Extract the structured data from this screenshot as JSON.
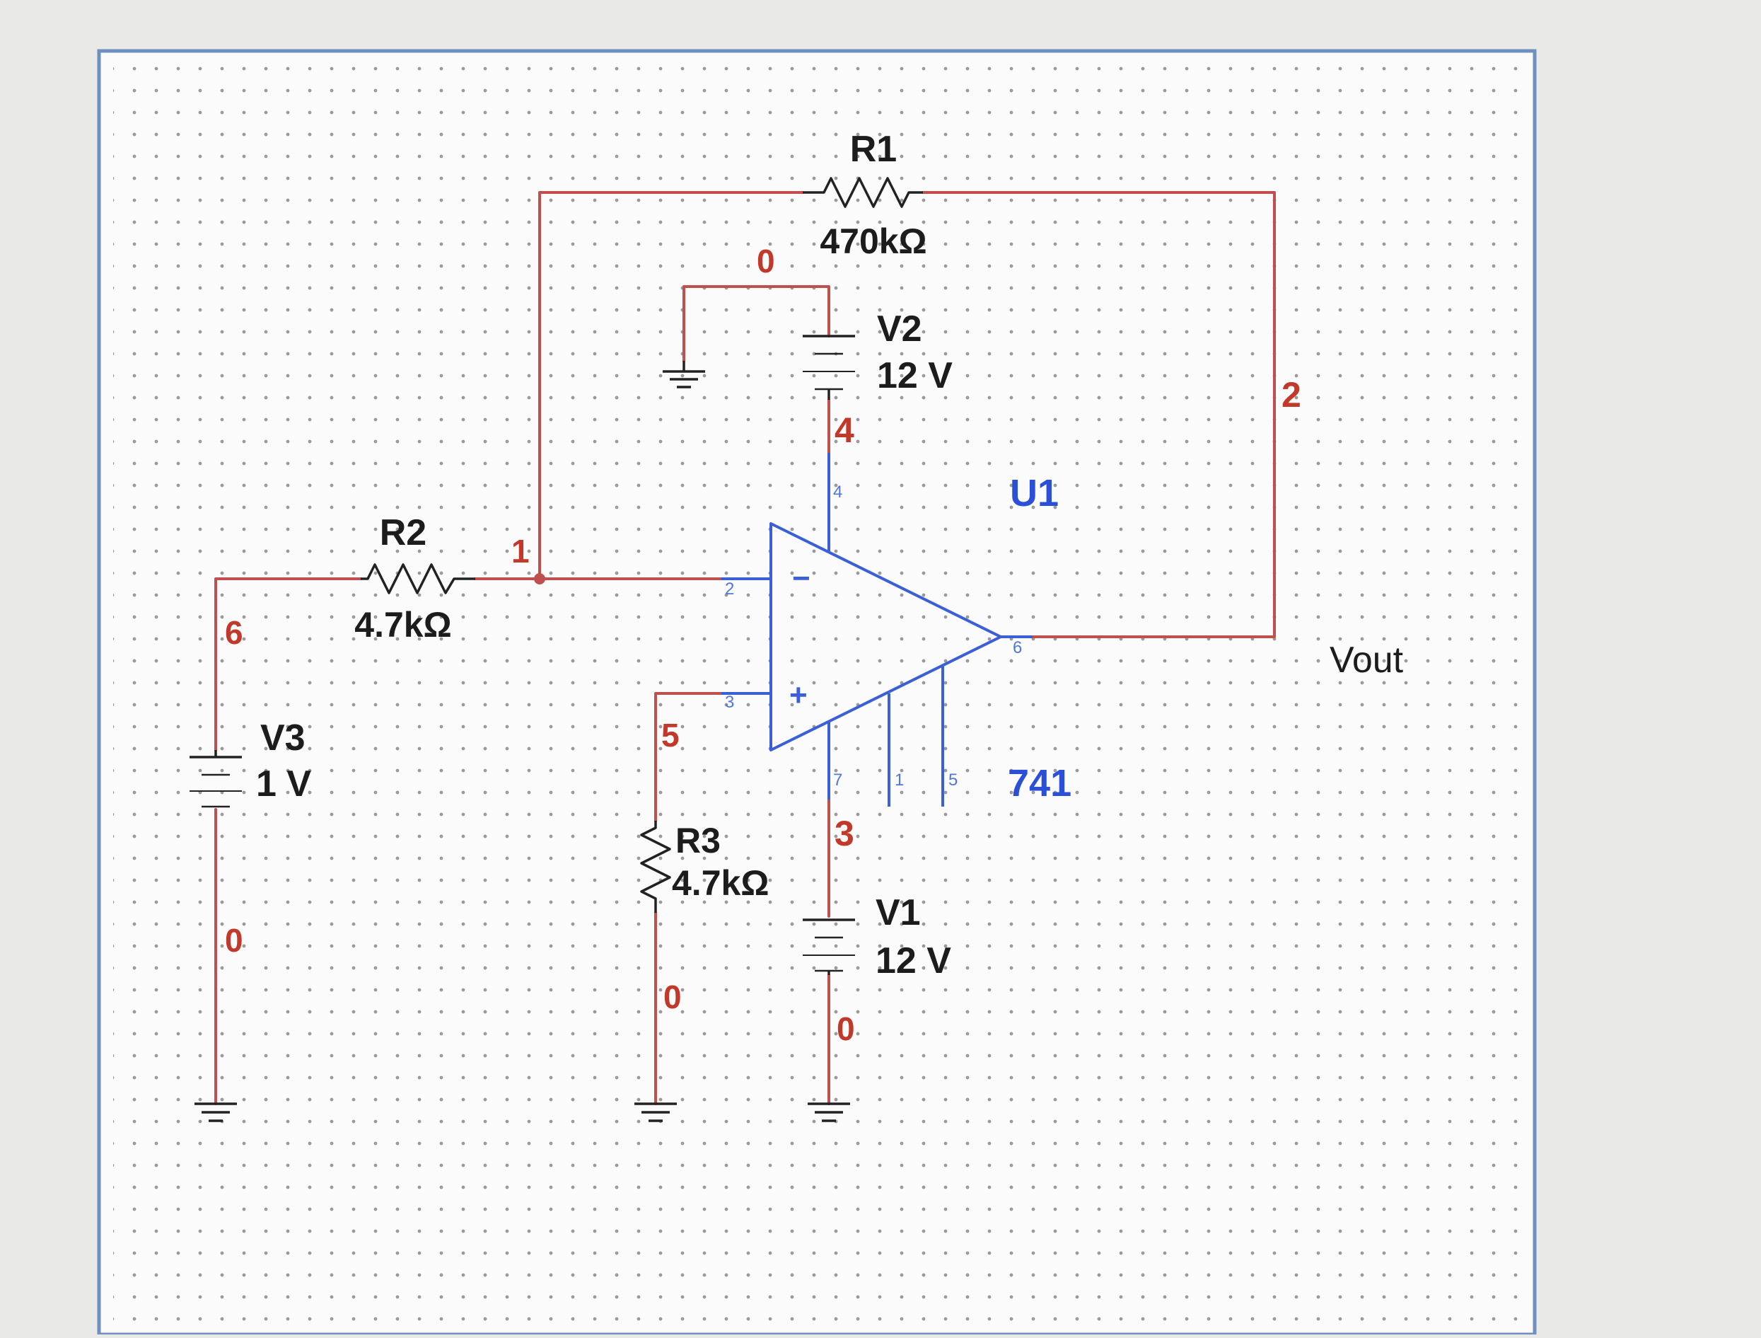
{
  "window": {
    "title": ""
  },
  "colors": {
    "page_bg": "#e9e9e7",
    "canvas_bg": "#fbfbfb",
    "canvas_border": "#6f8fbf",
    "grid_dot": "#7a7a7a",
    "wire": "#c0504d",
    "component": "#222222",
    "opamp": "#3b5fd6",
    "net_label": "#c0392b",
    "pin_label": "#5078d8"
  },
  "components": {
    "r1": {
      "ref": "R1",
      "value": "470kΩ"
    },
    "r2": {
      "ref": "R2",
      "value": "4.7kΩ"
    },
    "r3": {
      "ref": "R3",
      "value": "4.7kΩ"
    },
    "v1": {
      "ref": "V1",
      "value": "12 V"
    },
    "v2": {
      "ref": "V2",
      "value": "12 V"
    },
    "v3": {
      "ref": "V3",
      "value": "1 V"
    },
    "u1": {
      "ref": "U1",
      "value": "741"
    }
  },
  "nets": {
    "n0_top": "0",
    "n0_v3": "0",
    "n0_r3": "0",
    "n0_v1": "0",
    "n1": "1",
    "n2": "2",
    "n3": "3",
    "n4": "4",
    "n5": "5",
    "n6": "6"
  },
  "pins": {
    "inv": "2",
    "noninv": "3",
    "vpos": "4",
    "vneg": "7",
    "out": "6",
    "offset1": "1",
    "offset2": "5",
    "minus_sign": "−",
    "plus_sign": "+"
  },
  "probe": {
    "label": "Vout"
  }
}
